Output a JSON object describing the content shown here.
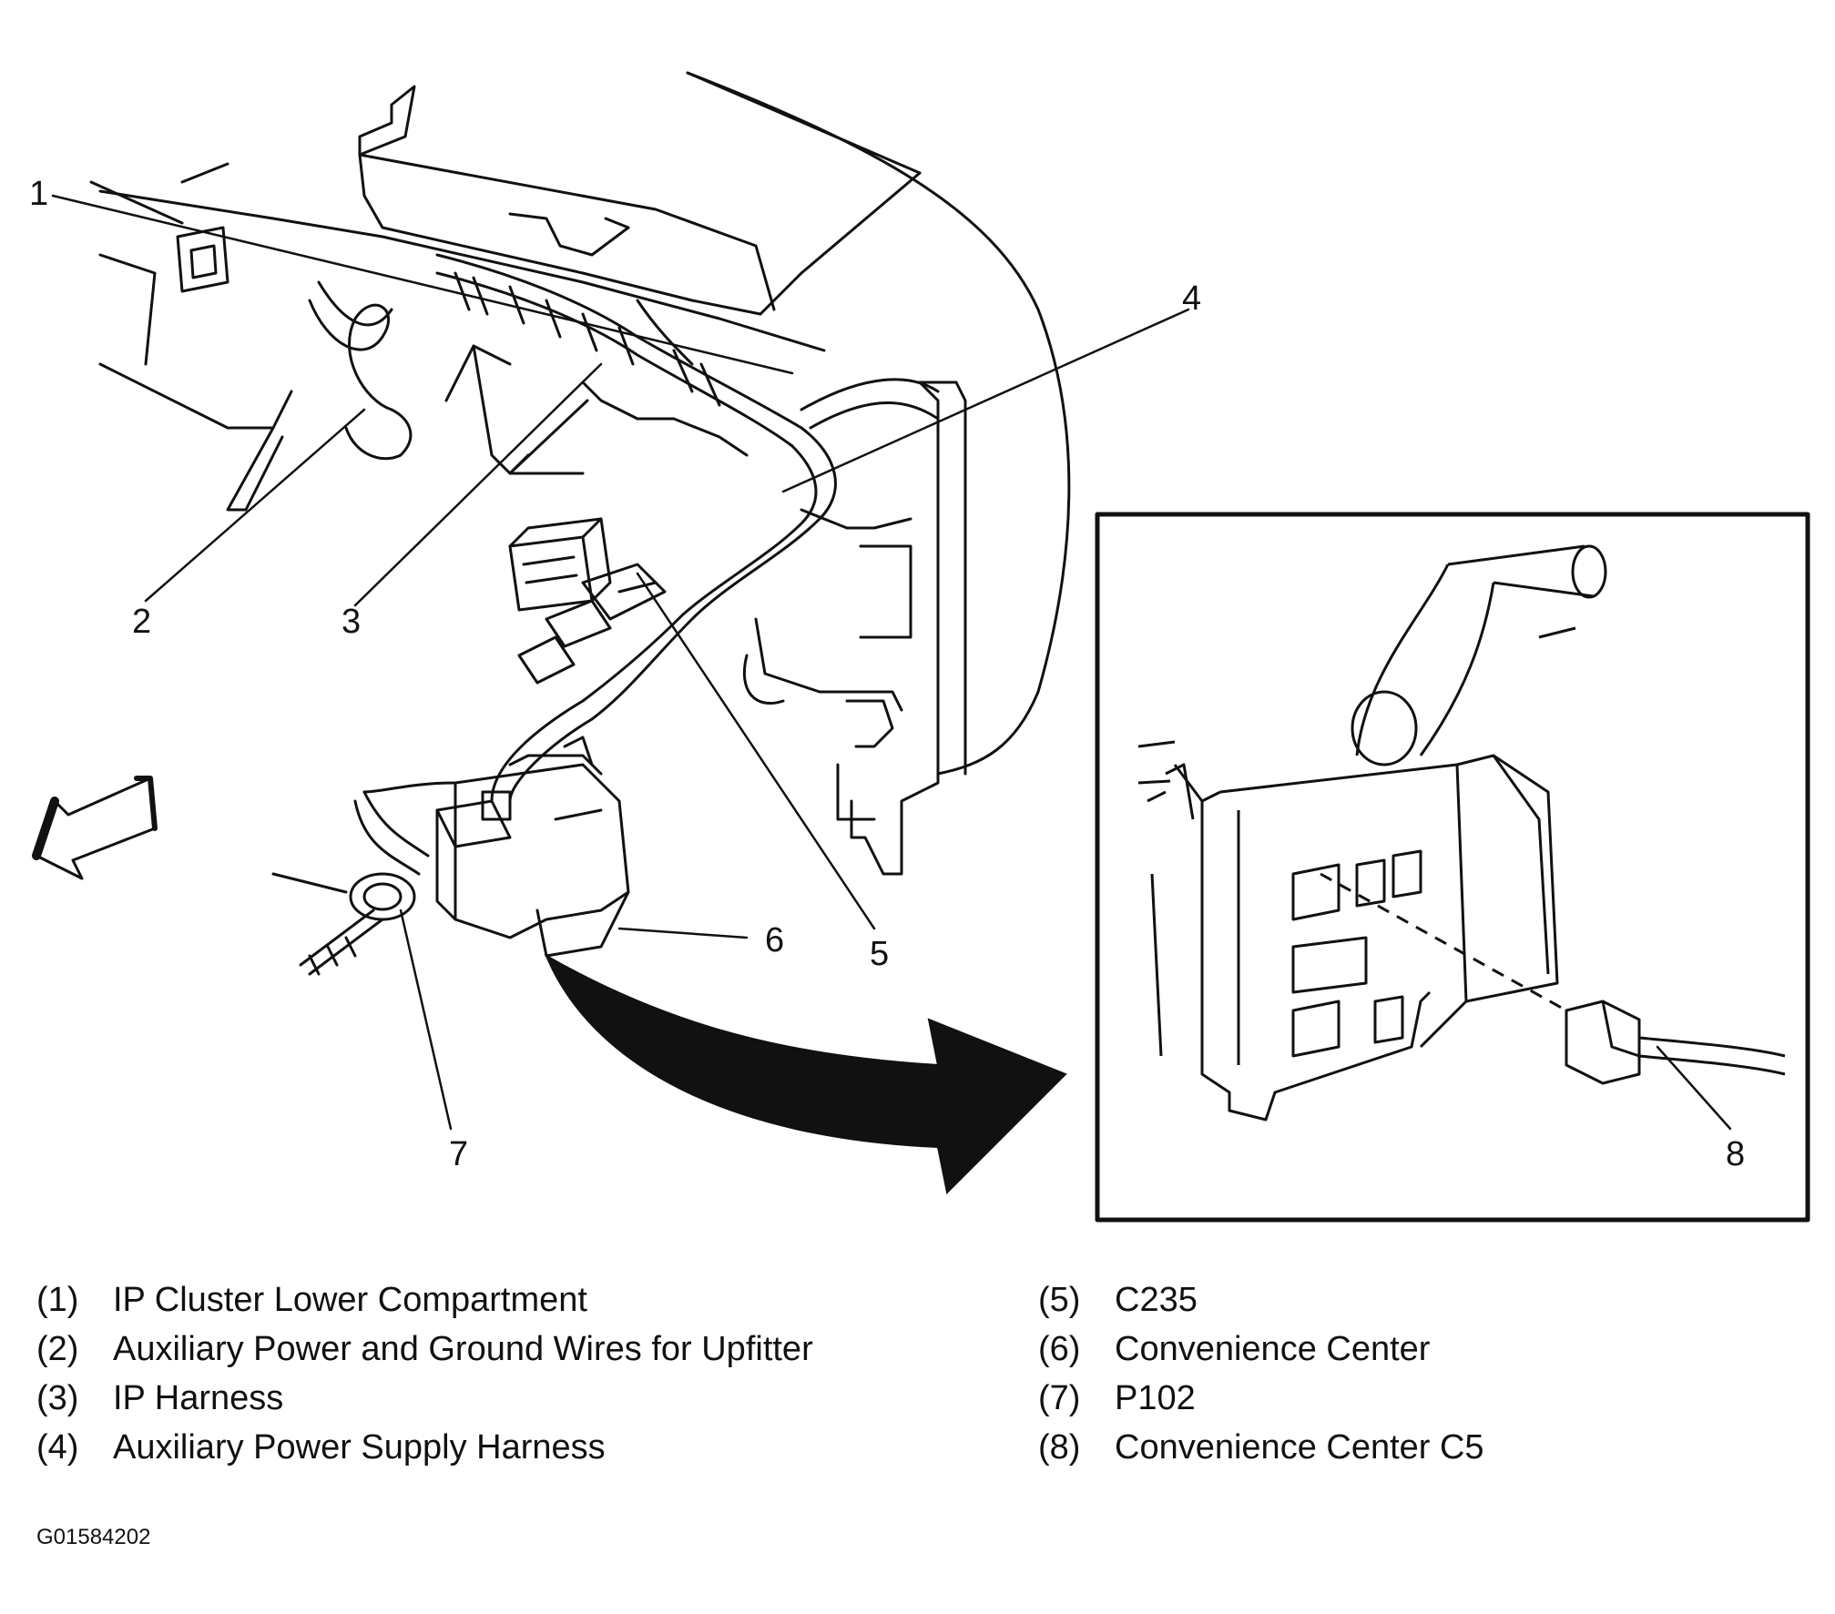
{
  "callouts": [
    "1",
    "2",
    "3",
    "4",
    "5",
    "6",
    "7",
    "8"
  ],
  "legend": {
    "left": [
      {
        "num": "(1)",
        "text": "IP Cluster Lower Compartment"
      },
      {
        "num": "(2)",
        "text": "Auxiliary Power and Ground Wires for Upfitter"
      },
      {
        "num": "(3)",
        "text": "IP Harness"
      },
      {
        "num": "(4)",
        "text": "Auxiliary Power Supply Harness"
      }
    ],
    "right": [
      {
        "num": "(5)",
        "text": "C235"
      },
      {
        "num": "(6)",
        "text": "Convenience Center"
      },
      {
        "num": "(7)",
        "text": "P102"
      },
      {
        "num": "(8)",
        "text": "Convenience Center C5"
      }
    ]
  },
  "figure_code": "G01584202"
}
